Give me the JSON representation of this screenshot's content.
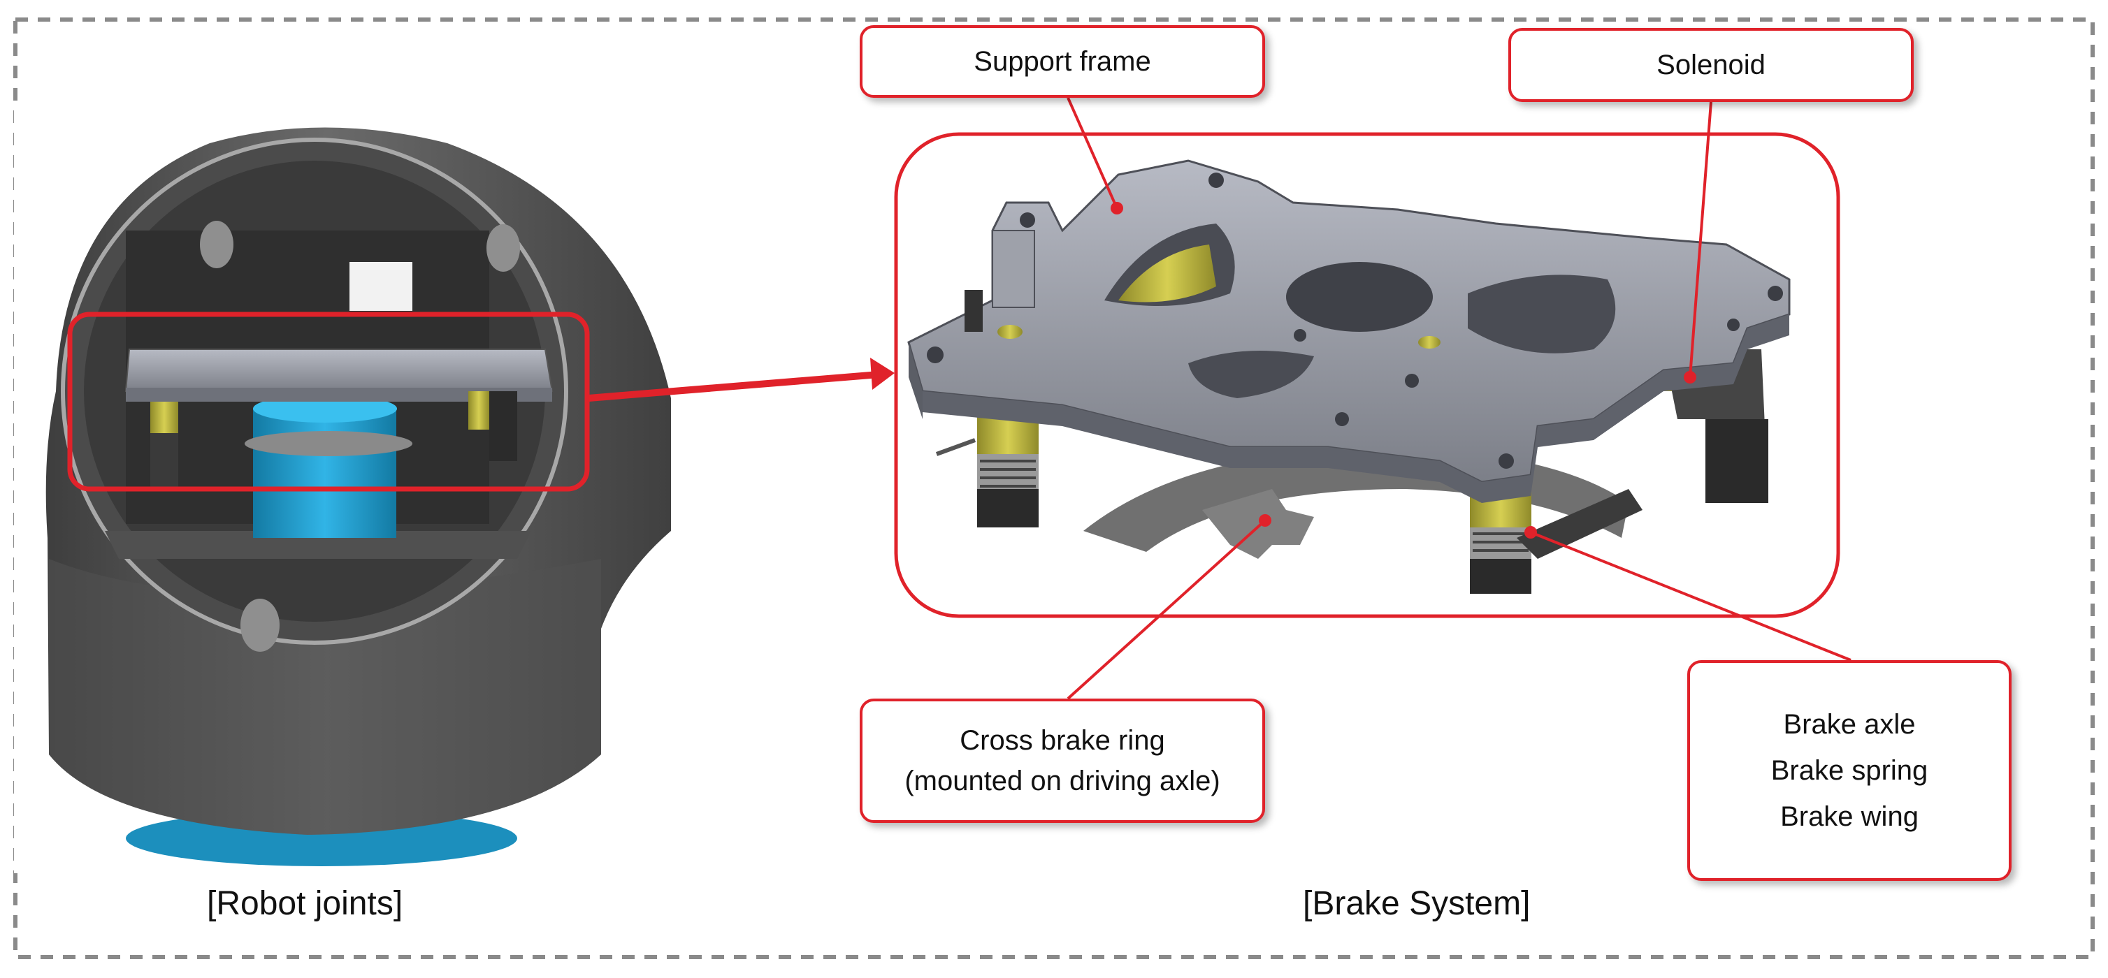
{
  "figure": {
    "left_panel_caption": "[Robot joints]",
    "right_panel_caption": "[Brake System]"
  },
  "callouts": {
    "support_frame": "Support frame",
    "solenoid": "Solenoid",
    "cross_brake_ring": [
      "Cross brake ring",
      "(mounted on driving axle)"
    ],
    "brake_parts": [
      "Brake axle",
      "Brake spring",
      "Brake wing"
    ]
  },
  "colors": {
    "accent_red": "#e0222a",
    "metal_gray": "#8d9099",
    "housing_gray": "#5a5a5a",
    "solenoid_yellow": "#c9c245",
    "motor_blue": "#1f9fd0",
    "frame_border_dash": "#8a8a8a"
  }
}
